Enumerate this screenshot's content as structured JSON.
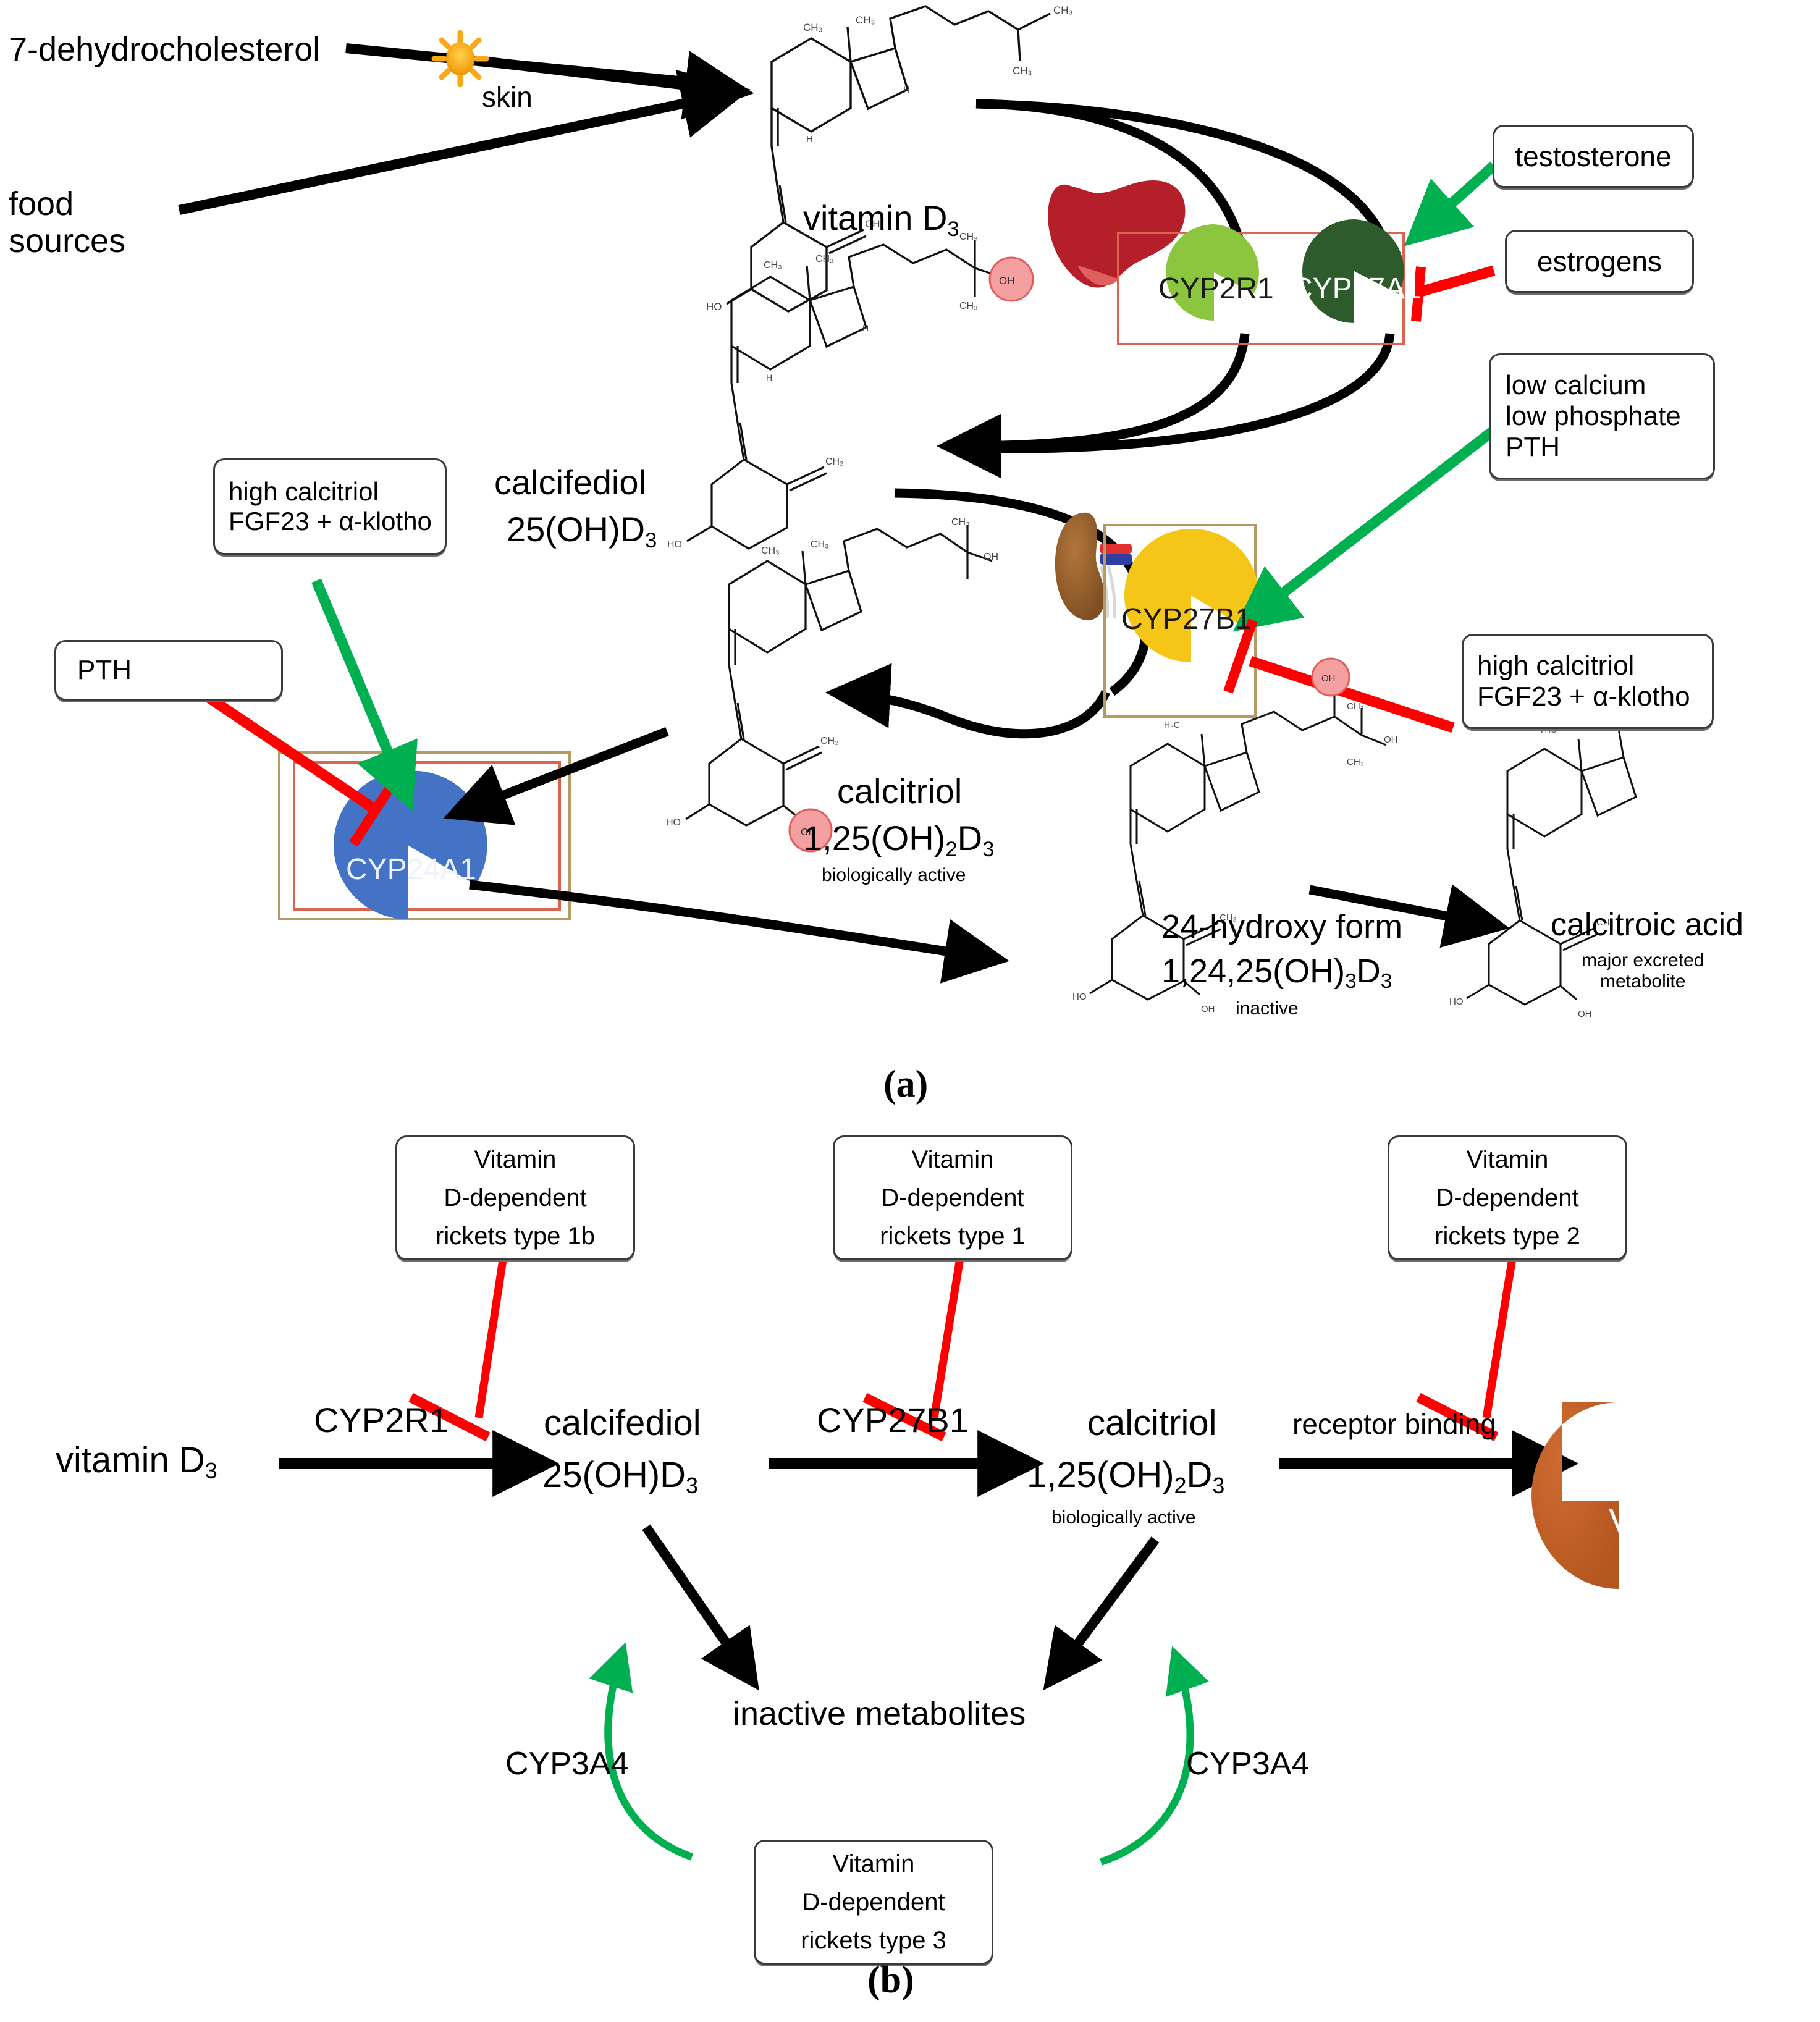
{
  "figure": {
    "panel_a_label": "(a)",
    "panel_b_label": "(b)"
  },
  "panel_a": {
    "sources": [
      {
        "id": "dehydrocholesterol",
        "label": "7-dehydrocholesterol"
      },
      {
        "id": "food",
        "label": "food\nsources"
      }
    ],
    "skin_label": "skin",
    "sun_icon": "sun-icon",
    "metabolites": [
      {
        "id": "vitd3",
        "name": "vitamin D",
        "sub": "3",
        "extra": "",
        "note": ""
      },
      {
        "id": "calcifediol",
        "name": "calcifediol",
        "formula": "25(OH)D",
        "sub": "3",
        "note": ""
      },
      {
        "id": "calcitriol",
        "name": "calcitriol",
        "formula": "1,25(OH)",
        "sub": "2",
        "formula2": "D",
        "sub2": "3",
        "note": "biologically active"
      },
      {
        "id": "hydroxy24",
        "name": "24-hydroxy form",
        "formula": "1,24,25(OH)",
        "sub": "3",
        "formula2": "D",
        "sub2": "3",
        "note": "inactive"
      },
      {
        "id": "calcitroic",
        "name": "calcitroic acid",
        "note": "major excreted\nmetabolite"
      }
    ],
    "enzymes": [
      {
        "id": "cyp2r1",
        "label": "CYP2R1",
        "color": "#8CC63E",
        "text_color": "#1a1a1a"
      },
      {
        "id": "cyp27a1",
        "label": "CYP27A1",
        "color": "#2E5B2B",
        "text_color": "#ffffff"
      },
      {
        "id": "cyp27b1",
        "label": "CYP27B1",
        "color": "#F5C518",
        "text_color": "#1a1a1a"
      },
      {
        "id": "cyp24a1",
        "label": "CYP24A1",
        "color": "#4472C4",
        "text_color": "#eef2fb"
      }
    ],
    "organs": [
      {
        "id": "liver",
        "name": "liver-icon",
        "color": "#B51F2A"
      },
      {
        "id": "kidney",
        "name": "kidney-icon",
        "color": "#9A6230"
      }
    ],
    "regulators": [
      {
        "id": "testosterone",
        "lines": [
          "testosterone"
        ],
        "effect": "stimulates",
        "color": "#00B050"
      },
      {
        "id": "estrogens",
        "lines": [
          "estrogens"
        ],
        "effect": "inhibits",
        "color": "#FF0000"
      },
      {
        "id": "low_ca",
        "lines": [
          "low calcium",
          "low phosphate",
          "PTH"
        ],
        "effect": "stimulates",
        "color": "#00B050"
      },
      {
        "id": "high_calcitriol_right",
        "lines": [
          "high calcitriol",
          "FGF23 + α-klotho"
        ],
        "effect": "inhibits",
        "color": "#FF0000"
      },
      {
        "id": "high_calcitriol_left",
        "lines": [
          "high calcitriol",
          "FGF23 + α-klotho"
        ],
        "effect": "stimulates",
        "color": "#00B050"
      },
      {
        "id": "pth",
        "lines": [
          "PTH"
        ],
        "effect": "inhibits",
        "color": "#FF0000"
      }
    ]
  },
  "panel_b": {
    "chain": [
      {
        "id": "vitd3",
        "name": "vitamin D",
        "sub": "3"
      },
      {
        "id": "calcifediol",
        "name": "calcifediol",
        "formula": "25(OH)D",
        "sub": "3"
      },
      {
        "id": "calcitriol",
        "name": "calcitriol",
        "formula": "1,25(OH)",
        "sub": "2",
        "formula2": "D",
        "sub2": "3",
        "note": "biologically active"
      },
      {
        "id": "vdr",
        "name": "VDR",
        "color": "#C4602A"
      }
    ],
    "arrow_labels": [
      "CYP2R1",
      "CYP27B1",
      "receptor binding"
    ],
    "inactive_label": "inactive metabolites",
    "cyp3a4_left": "CYP3A4",
    "cyp3a4_right": "CYP3A4",
    "disease_boxes": [
      {
        "id": "vddr1b",
        "lines": [
          "Vitamin",
          "D-dependent",
          "rickets type 1b"
        ]
      },
      {
        "id": "vddr1",
        "lines": [
          "Vitamin",
          "D-dependent",
          "rickets type 1"
        ]
      },
      {
        "id": "vddr2",
        "lines": [
          "Vitamin",
          "D-dependent",
          "rickets type 2"
        ]
      },
      {
        "id": "vddr3",
        "lines": [
          "Vitamin",
          "D-dependent",
          "rickets type 3"
        ]
      }
    ]
  },
  "colors": {
    "stimulate": "#00B050",
    "inhibit": "#FF0000",
    "flow": "#000000",
    "frame_outer": "#B59A63",
    "frame_inner": "#D9654E",
    "oh_highlight": "#F4A0A0"
  }
}
